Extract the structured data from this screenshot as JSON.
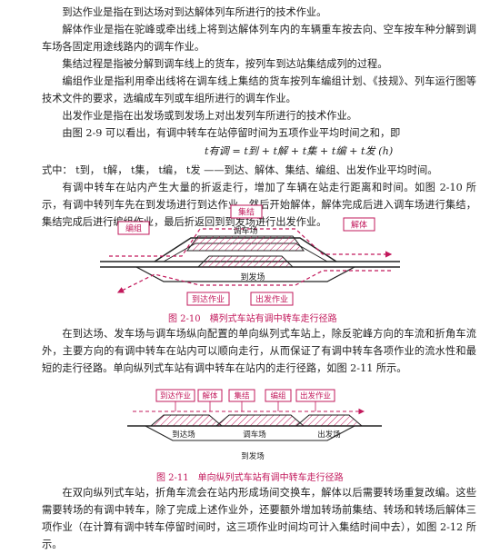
{
  "paragraphs": [
    "到达作业是指在到达场对到达解体列车所进行的技术作业。",
    "解体作业是指在驼峰或牵出线上将到达解体列车内的车辆重车按去向、空车按车种分解到调车场各固定用途线路内的调车作业。",
    "集结过程是指被分解到调车线上的货车，按列车到达站集结成列的过程。",
    "编组作业是指利用牵出线将在调车线上集结的货车按列车编组计划、《技规》、列车运行图等技术文件的要求，选编成车列或车组所进行的调车作业。",
    "出发作业是指在出发场或到发场上对出发列车所进行的技术作业。",
    "由图 2-9 可以看出，有调中转车在站停留时间为五项作业平均时间之和，即"
  ],
  "formula": "t有调 = t到 + t解 + t集 + t编 + t发 (h)",
  "formula_explain": "式中：  t到， t解， t集， t编， t发 ——到达、解体、集结、编组、出发作业平均时间。",
  "para_after_formula": "有调中转车在站内产生大量的折返走行，增加了车辆在站走行距离和时间。如图 2-10 所示，有调中转列车先在到发场进行到达作业，然后开始解体，解体完成后进入调车场进行集结，集结完成后进行编组作业，最后折返回到到发场进行出发作业。",
  "fig1": {
    "caption": "图 2-10　横列式车站有调中转车走行径路",
    "labels": {
      "jieji": "集结",
      "bianzu": "编组",
      "jieti": "解体",
      "diaochechang": "调车场",
      "daofachang": "到发场",
      "daoda": "到达作业",
      "chufa": "出发作业"
    }
  },
  "para_mid": "在到达场、发车场与调车场纵向配置的单向纵列式车站上，除反驼峰方向的车流和折角车流外，主要方向的有调中转车在站内可以顺向走行，从而保证了有调中转车各项作业的流水性和最短的走行径路。单向纵列式车站有调中转车在站内的走行径路，如图 2-11 所示。",
  "fig2": {
    "caption": "图 2-11　单向纵列式车站有调中转车走行径路",
    "labels": {
      "daoda": "到达作业",
      "jieti": "解体",
      "jieji": "集结",
      "bianzu": "编组",
      "chufa": "出发作业",
      "daodachang": "到达场",
      "diaochechang": "调车场",
      "chufachang": "出发场",
      "daofa": "到发场"
    }
  },
  "para_last": "在双向纵列式车站，折角车流会在站内形成场间交换车，解体以后需要转场重复改编。这些需要转场的有调中转车，除了完成上述作业外，还要额外增加转场前集结、转场和转场后解体三项作业（在计算有调中转车停留时间时，这三项作业时间均可计入集结时间中去），如图 2-12 所示。",
  "colors": {
    "accent": "#c2185b",
    "track": "#222222"
  }
}
